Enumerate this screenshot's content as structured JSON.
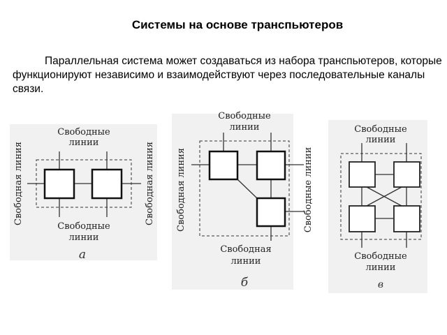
{
  "title": "Системы на основе транспьютеров",
  "paragraph": "Параллельная система может создаваться из набора транспьютеров, которые функционируют независимо и взаимодействуют через последовательные каналы связи.",
  "diagrams": [
    {
      "top_line1": "Свободные",
      "top_line2": "линии",
      "bottom_line1": "Свободные",
      "bottom_line2": "линии",
      "left": "Свободная линия",
      "right": "Свободная линия",
      "caption": "а"
    },
    {
      "top_line1": "Свободные",
      "top_line2": "линии",
      "bottom_line1": "Свободная",
      "bottom_line2": "линии",
      "left": "Свободная линия",
      "right": "Свободные линии",
      "caption": "б"
    },
    {
      "top_line1": "Свободные",
      "top_line2": "линии",
      "bottom_line1": "Свободные",
      "bottom_line2": "линии",
      "caption": "в"
    }
  ]
}
